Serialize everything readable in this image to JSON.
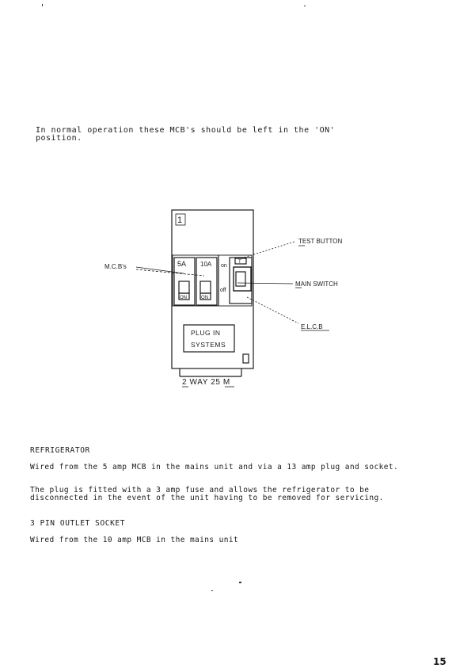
{
  "intro_text": "In normal operation these MCB's should be left in the 'ON' position.",
  "diagram": {
    "corner_mark": "1",
    "mcb1_rating": "5A",
    "mcb2_rating": "10A",
    "mcb1_state": "ON",
    "mcb2_state": "ON",
    "switch_on_label": "on",
    "switch_off_label": "off",
    "elcb_top_mark": "T",
    "plug_in_line1": "PLUG IN",
    "plug_in_line2": "SYSTEMS",
    "mcbs_label": "M.C.B's",
    "test_button_label": "TEST BUTTON",
    "main_switch_label": "MAIN SWITCH",
    "elcb_label": "E.L.C.B",
    "caption": "2 WAY 25 M"
  },
  "sections": [
    {
      "heading": "REFRIGERATOR",
      "paragraphs": [
        "Wired from the 5 amp MCB in the mains unit and via a 13 amp plug and socket.",
        "The plug is fitted with a 3 amp fuse and allows the refrigerator to be disconnected in the event of the unit having to be removed for servicing."
      ]
    },
    {
      "heading": "3 PIN OUTLET SOCKET",
      "paragraphs": [
        "Wired from the 10 amp MCB in the mains unit"
      ]
    }
  ],
  "page_number": "15"
}
